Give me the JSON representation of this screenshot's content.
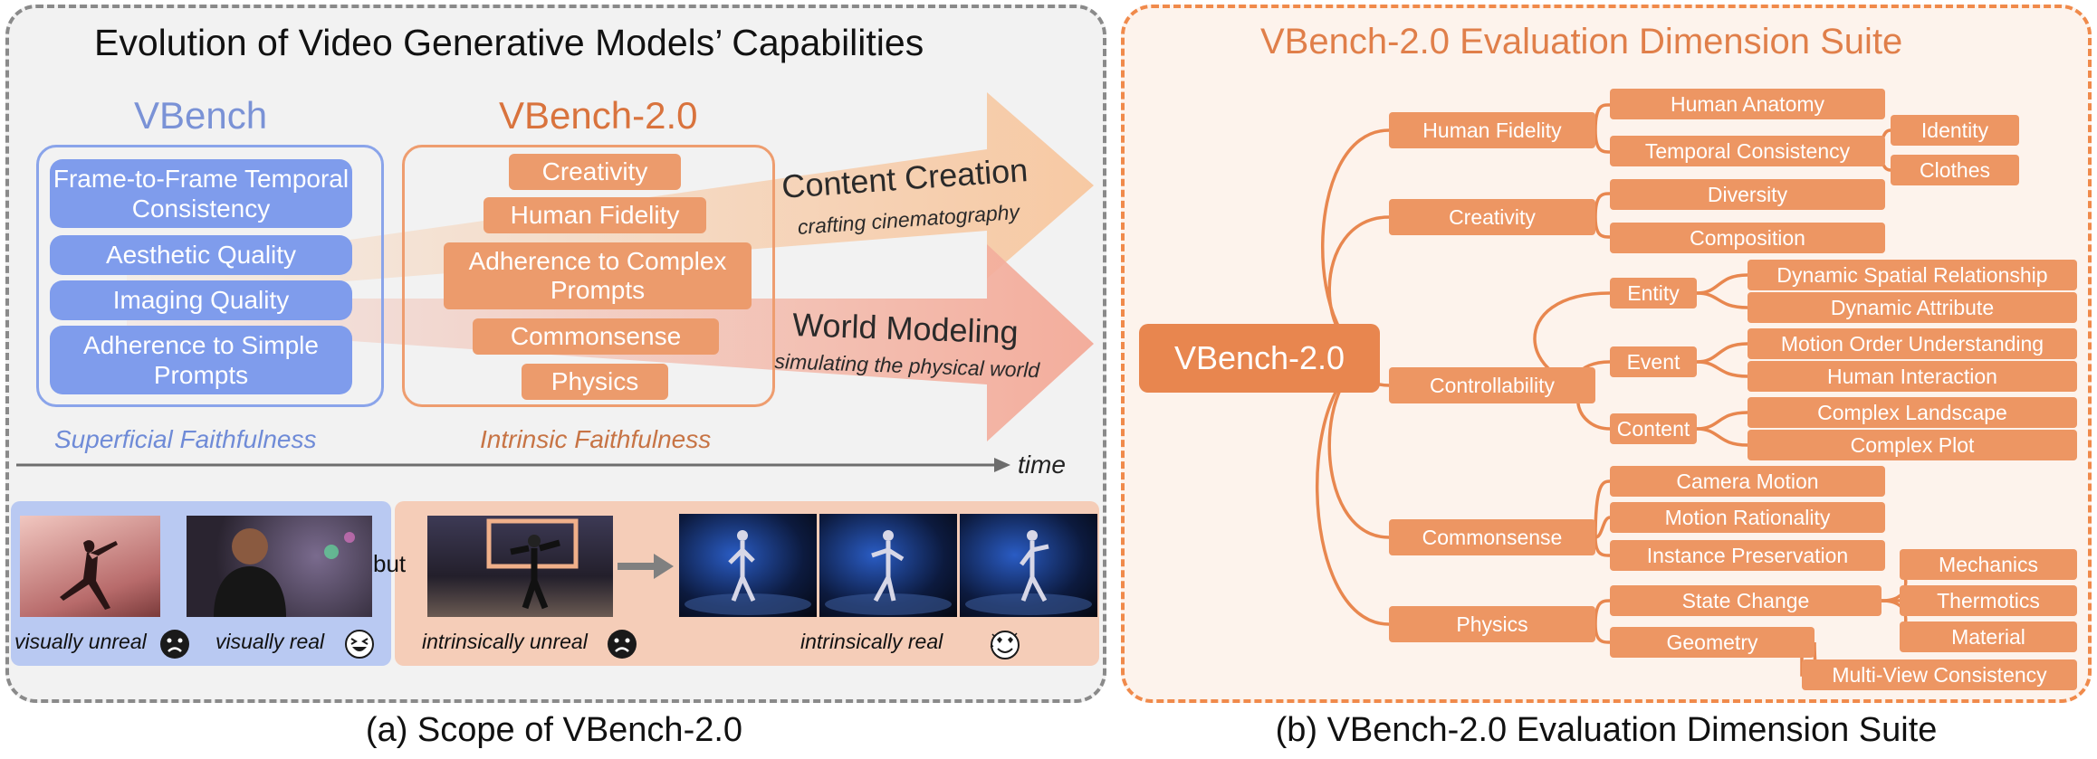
{
  "panel_a": {
    "title": "Evolution of Video Generative Models’ Capabilities",
    "vbench_title": "VBench",
    "vbench2_title": "VBench-2.0",
    "vbench_items": [
      "Frame-to-Frame Temporal Consistency",
      "Aesthetic Quality",
      "Imaging Quality",
      "Adherence to Simple Prompts"
    ],
    "vbench2_items": [
      "Creativity",
      "Human Fidelity",
      "Adherence to Complex Prompts",
      "Commonsense",
      "Physics"
    ],
    "superficial_label": "Superficial Faithfulness",
    "intrinsic_label": "Intrinsic Faithfulness",
    "arrow1_title": "Content Creation",
    "arrow1_sub": "crafting cinematography",
    "arrow2_title": "World Modeling",
    "arrow2_sub": "simulating the physical world",
    "time_label": "time",
    "but_label": "but",
    "img_labels": {
      "visually_unreal": "visually unreal",
      "visually_real": "visually real",
      "intrinsically_unreal": "intrinsically unreal",
      "intrinsically_real": "intrinsically real"
    },
    "caption": "(a) Scope of VBench-2.0"
  },
  "panel_b": {
    "title": "VBench-2.0 Evaluation Dimension Suite",
    "root": "VBench-2.0",
    "level1": {
      "human_fidelity": "Human Fidelity",
      "creativity": "Creativity",
      "controllability": "Controllability",
      "commonsense": "Commonsense",
      "physics": "Physics"
    },
    "level2": {
      "human_anatomy": "Human Anatomy",
      "temporal_consistency": "Temporal Consistency",
      "diversity": "Diversity",
      "composition": "Composition",
      "entity": "Entity",
      "event": "Event",
      "content": "Content",
      "camera_motion": "Camera Motion",
      "motion_rationality": "Motion Rationality",
      "instance_preservation": "Instance Preservation",
      "state_change": "State Change",
      "geometry": "Geometry"
    },
    "level3": {
      "identity": "Identity",
      "clothes": "Clothes",
      "dynamic_spatial": "Dynamic Spatial Relationship",
      "dynamic_attribute": "Dynamic Attribute",
      "motion_order": "Motion Order Understanding",
      "human_interaction": "Human Interaction",
      "complex_landscape": "Complex Landscape",
      "complex_plot": "Complex Plot",
      "mechanics": "Mechanics",
      "thermotics": "Thermotics",
      "material": "Material",
      "multiview": "Multi-View Consistency"
    },
    "caption": "(b) VBench-2.0 Evaluation Dimension Suite"
  },
  "colors": {
    "blue": "#7f9cec",
    "orange": "#ed9663",
    "orange_dark": "#d9733d"
  }
}
